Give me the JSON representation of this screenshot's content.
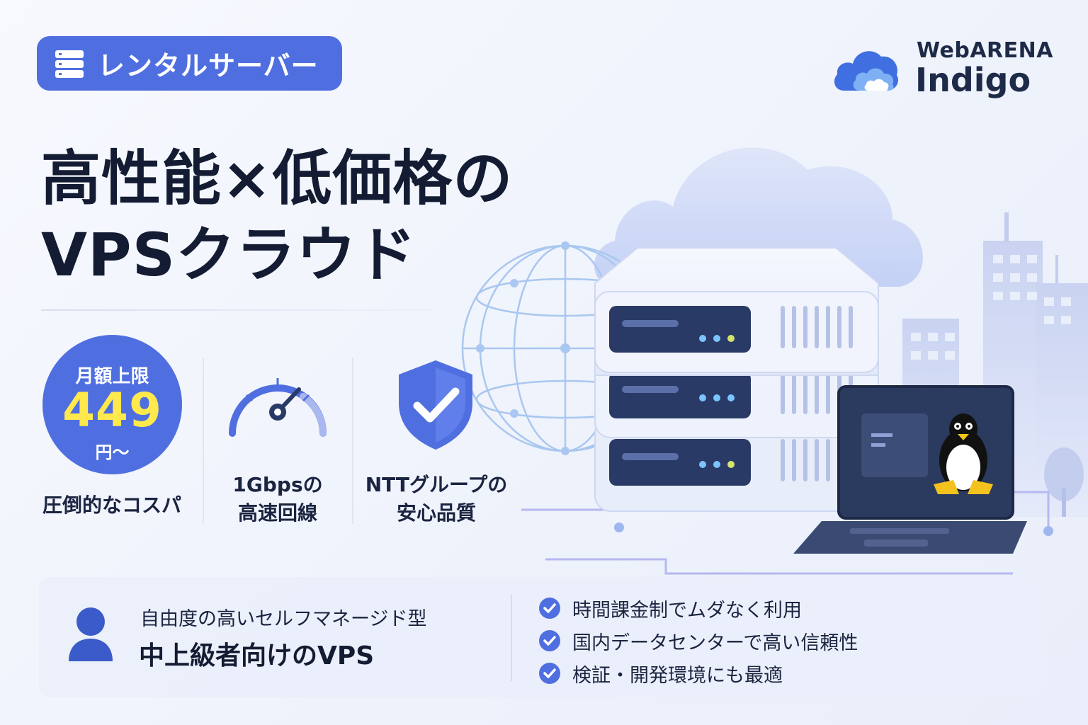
{
  "category": {
    "label": "レンタルサーバー",
    "icon": "server-stack-icon"
  },
  "logo": {
    "brand": "WebARENA",
    "product": "Indigo",
    "icon": "cloud-logo-icon"
  },
  "headline": {
    "line1": "高性能×低価格の",
    "line2": "VPSクラウド"
  },
  "price": {
    "label": "月額上限",
    "value": "449",
    "unit": "円〜",
    "caption": "圧倒的なコスパ"
  },
  "features": [
    {
      "icon": "speedometer-icon",
      "line1": "1Gbpsの",
      "line2": "高速回線"
    },
    {
      "icon": "shield-check-icon",
      "line1": "NTTグループの",
      "line2": "安心品質"
    }
  ],
  "target": {
    "icon": "user-icon",
    "sub": "自由度の高いセルフマネージド型",
    "main": "中上級者向けのVPS"
  },
  "bullets": [
    "時間課金制でムダなく利用",
    "国内データセンターで高い信頼性",
    "検証・開発環境にも最適"
  ],
  "illustration": {
    "icons": [
      "cloud-icon",
      "globe-icon",
      "server-rack-icon",
      "laptop-icon",
      "penguin-icon",
      "city-buildings-icon"
    ]
  },
  "colors": {
    "accent": "#4f6fe0",
    "price_highlight": "#ffe94d",
    "text_dark": "#141c33",
    "server_panel": "#2a3a66"
  }
}
